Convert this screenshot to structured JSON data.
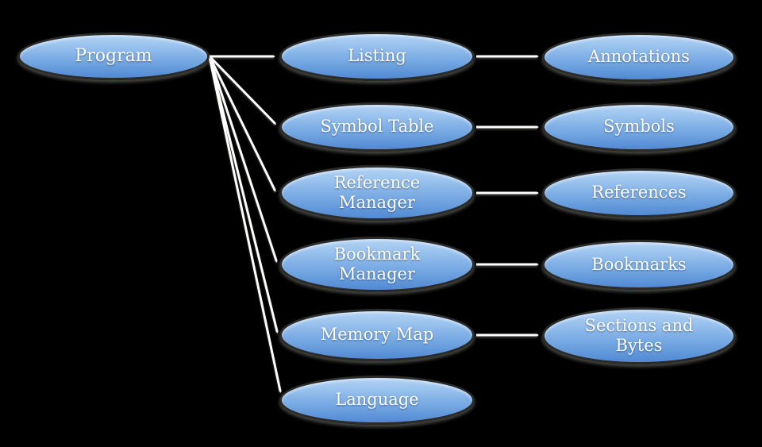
{
  "diagram": {
    "type": "tree",
    "background": "#000000",
    "nodes": {
      "program": {
        "label": "Program"
      },
      "listing": {
        "label": "Listing"
      },
      "symbol_table": {
        "label": "Symbol Table"
      },
      "reference_manager": {
        "label": "Reference Manager"
      },
      "bookmark_manager": {
        "label": "Bookmark Manager"
      },
      "memory_map": {
        "label": "Memory Map"
      },
      "language": {
        "label": "Language"
      },
      "annotations": {
        "label": "Annotations"
      },
      "symbols": {
        "label": "Symbols"
      },
      "references": {
        "label": "References"
      },
      "bookmarks": {
        "label": "Bookmarks"
      },
      "sections_and_bytes": {
        "label": "Sections and Bytes"
      }
    },
    "edges": [
      {
        "from": "program",
        "to": "listing"
      },
      {
        "from": "program",
        "to": "symbol_table"
      },
      {
        "from": "program",
        "to": "reference_manager"
      },
      {
        "from": "program",
        "to": "bookmark_manager"
      },
      {
        "from": "program",
        "to": "memory_map"
      },
      {
        "from": "program",
        "to": "language"
      },
      {
        "from": "listing",
        "to": "annotations"
      },
      {
        "from": "symbol_table",
        "to": "symbols"
      },
      {
        "from": "reference_manager",
        "to": "references"
      },
      {
        "from": "bookmark_manager",
        "to": "bookmarks"
      },
      {
        "from": "memory_map",
        "to": "sections_and_bytes"
      }
    ],
    "colors": {
      "node_fill_top": "#b1d1f3",
      "node_fill_bottom": "#5189d4",
      "node_border": "#2b2b29",
      "arrow": "#ffffff",
      "text": "#ffffff",
      "background": "#000000"
    }
  }
}
